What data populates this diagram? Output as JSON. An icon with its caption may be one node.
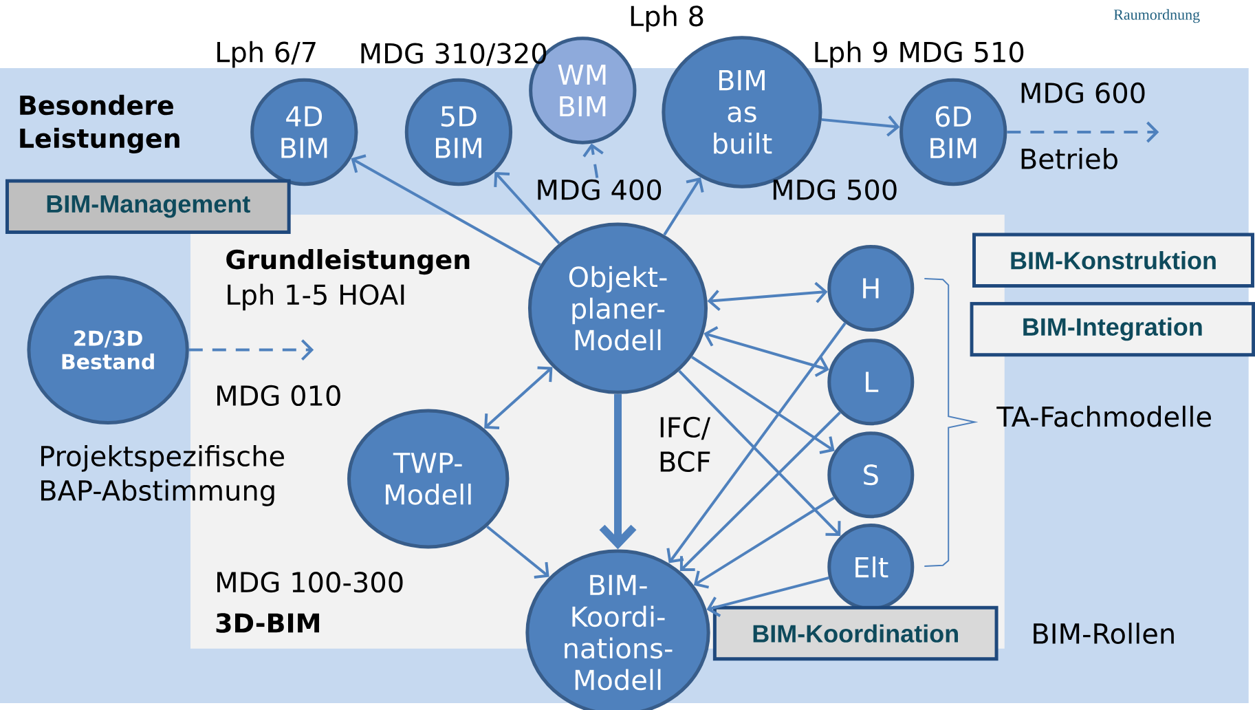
{
  "diagram": {
    "nodes": [
      {
        "text": [
          "4D BIM"
        ]
      },
      {
        "text": [
          "5D BIM"
        ]
      },
      {
        "text": [
          "WM BIM"
        ]
      },
      {
        "text": [
          "BIM as built"
        ]
      },
      {
        "text": [
          "6D BIM"
        ]
      },
      {
        "text": [
          "Objekt- planer- Modell"
        ]
      },
      {
        "text": [
          "2D/3D Bestand"
        ]
      },
      {
        "text": [
          "TWP- Modell"
        ]
      },
      {
        "text": [
          "BIM- Koordi- nations- Modell"
        ]
      },
      {
        "text": [
          "H"
        ]
      },
      {
        "text": [
          "L"
        ]
      },
      {
        "text": [
          "S"
        ]
      },
      {
        "text": [
          "Elt"
        ]
      },
      {
        "text": [
          "BIM-Management"
        ]
      },
      {
        "text": [
          "BIM-Konstruktion"
        ]
      },
      {
        "text": [
          "BIM-Integration"
        ]
      },
      {
        "text": [
          "BIM-Koordination"
        ]
      },
      {
        "text": [
          "MDG 400"
        ]
      }
    ],
    "edges": [
      {
        "from": 5,
        "to": 0,
        "arrow": "to"
      },
      {
        "from": 5,
        "to": 1,
        "arrow": "to"
      },
      {
        "from": 17,
        "to": 2,
        "arrow": "to",
        "style": "dashed"
      },
      {
        "from": 5,
        "to": 3,
        "arrow": "to"
      },
      {
        "from": 3,
        "to": 4,
        "arrow": "to"
      },
      {
        "from": 4,
        "to": null,
        "arrow": "to",
        "style": "dashed"
      },
      {
        "from": 6,
        "to": null,
        "arrow": "to",
        "style": "dashed"
      },
      {
        "from": 7,
        "to": 5,
        "arrow": "both"
      },
      {
        "from": 7,
        "to": 8,
        "arrow": "to"
      },
      {
        "from": 5,
        "to": 8,
        "arrow": "to",
        "style": "thick"
      },
      {
        "from": 5,
        "to": 9,
        "arrow": "both"
      },
      {
        "from": 5,
        "to": 10,
        "arrow": "both"
      },
      {
        "from": 5,
        "to": 11,
        "arrow": "to"
      },
      {
        "from": 5,
        "to": 12,
        "arrow": "to"
      },
      {
        "from": 9,
        "to": 8,
        "arrow": "to"
      },
      {
        "from": 10,
        "to": 8,
        "arrow": "to"
      },
      {
        "from": 11,
        "to": 8,
        "arrow": "to"
      },
      {
        "from": 12,
        "to": 8,
        "arrow": "to"
      }
    ],
    "labels": [
      "Raumordnung",
      "Lph 8",
      "Lph 6/7",
      "MDG 310/320",
      "Lph 9 MDG 510",
      "Besondere Leistungen",
      "MDG 600",
      "Betrieb",
      "MDG 500",
      "Grundleistungen",
      "Lph 1-5 HOAI",
      "MDG 010",
      "IFC/ BCF",
      "TA-Fachmodelle",
      "Projektspezifische BAP-Abstimmung",
      "MDG 100-300",
      "3D-BIM",
      "BIM-Rollen"
    ]
  }
}
